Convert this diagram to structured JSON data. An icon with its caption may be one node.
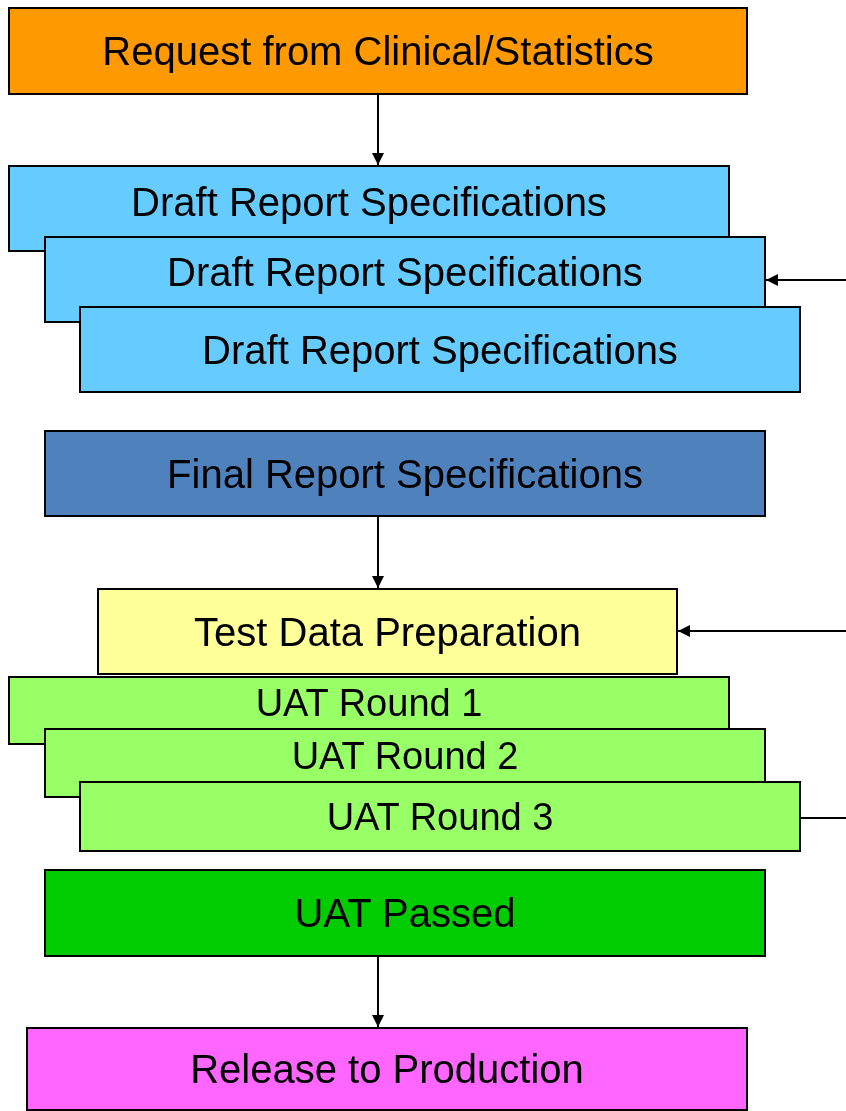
{
  "diagram": {
    "nodes": [
      {
        "text": [
          "Request from Clinical/Statistics"
        ]
      },
      {
        "text": [
          "Draft Report Specifications"
        ]
      },
      {
        "text": [
          "Draft Report Specifications"
        ]
      },
      {
        "text": [
          "Draft Report Specifications"
        ]
      },
      {
        "text": [
          "Final Report Specifications"
        ]
      },
      {
        "text": [
          "Test Data Preparation"
        ]
      },
      {
        "text": [
          "UAT Round 1"
        ]
      },
      {
        "text": [
          "UAT Round 2"
        ]
      },
      {
        "text": [
          "UAT Round 3"
        ]
      },
      {
        "text": [
          "UAT Passed"
        ]
      },
      {
        "text": [
          "Release to Production"
        ]
      }
    ],
    "edges": [
      {
        "from": 0,
        "to": 1,
        "arrow": "to"
      },
      {
        "from": null,
        "to": 2,
        "arrow": "to"
      },
      {
        "from": 4,
        "to": 5,
        "arrow": "to"
      },
      {
        "from": null,
        "to": 5,
        "arrow": "to"
      },
      {
        "from": 8,
        "to": null,
        "arrow": "none"
      },
      {
        "from": 9,
        "to": 10,
        "arrow": "to"
      }
    ]
  }
}
